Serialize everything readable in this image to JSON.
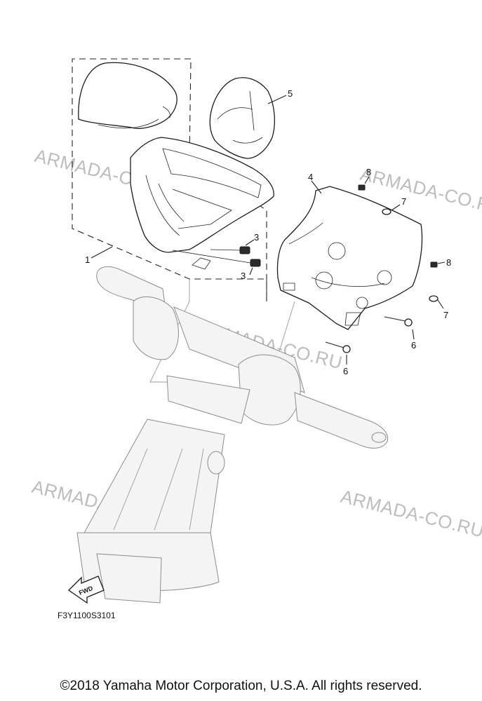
{
  "watermark": "ARMADA-CO.RU",
  "diagram_code": "F3Y1100S3101",
  "fwd_label": "FWD",
  "callouts": {
    "c1": "1",
    "c3a": "3",
    "c3b": "3",
    "c4": "4",
    "c5": "5",
    "c6a": "6",
    "c6b": "6",
    "c7a": "7",
    "c7b": "7",
    "c8a": "8",
    "c8b": "8"
  },
  "copyright": "©2018 Yamaha Motor Corporation, U.S.A. All rights reserved."
}
